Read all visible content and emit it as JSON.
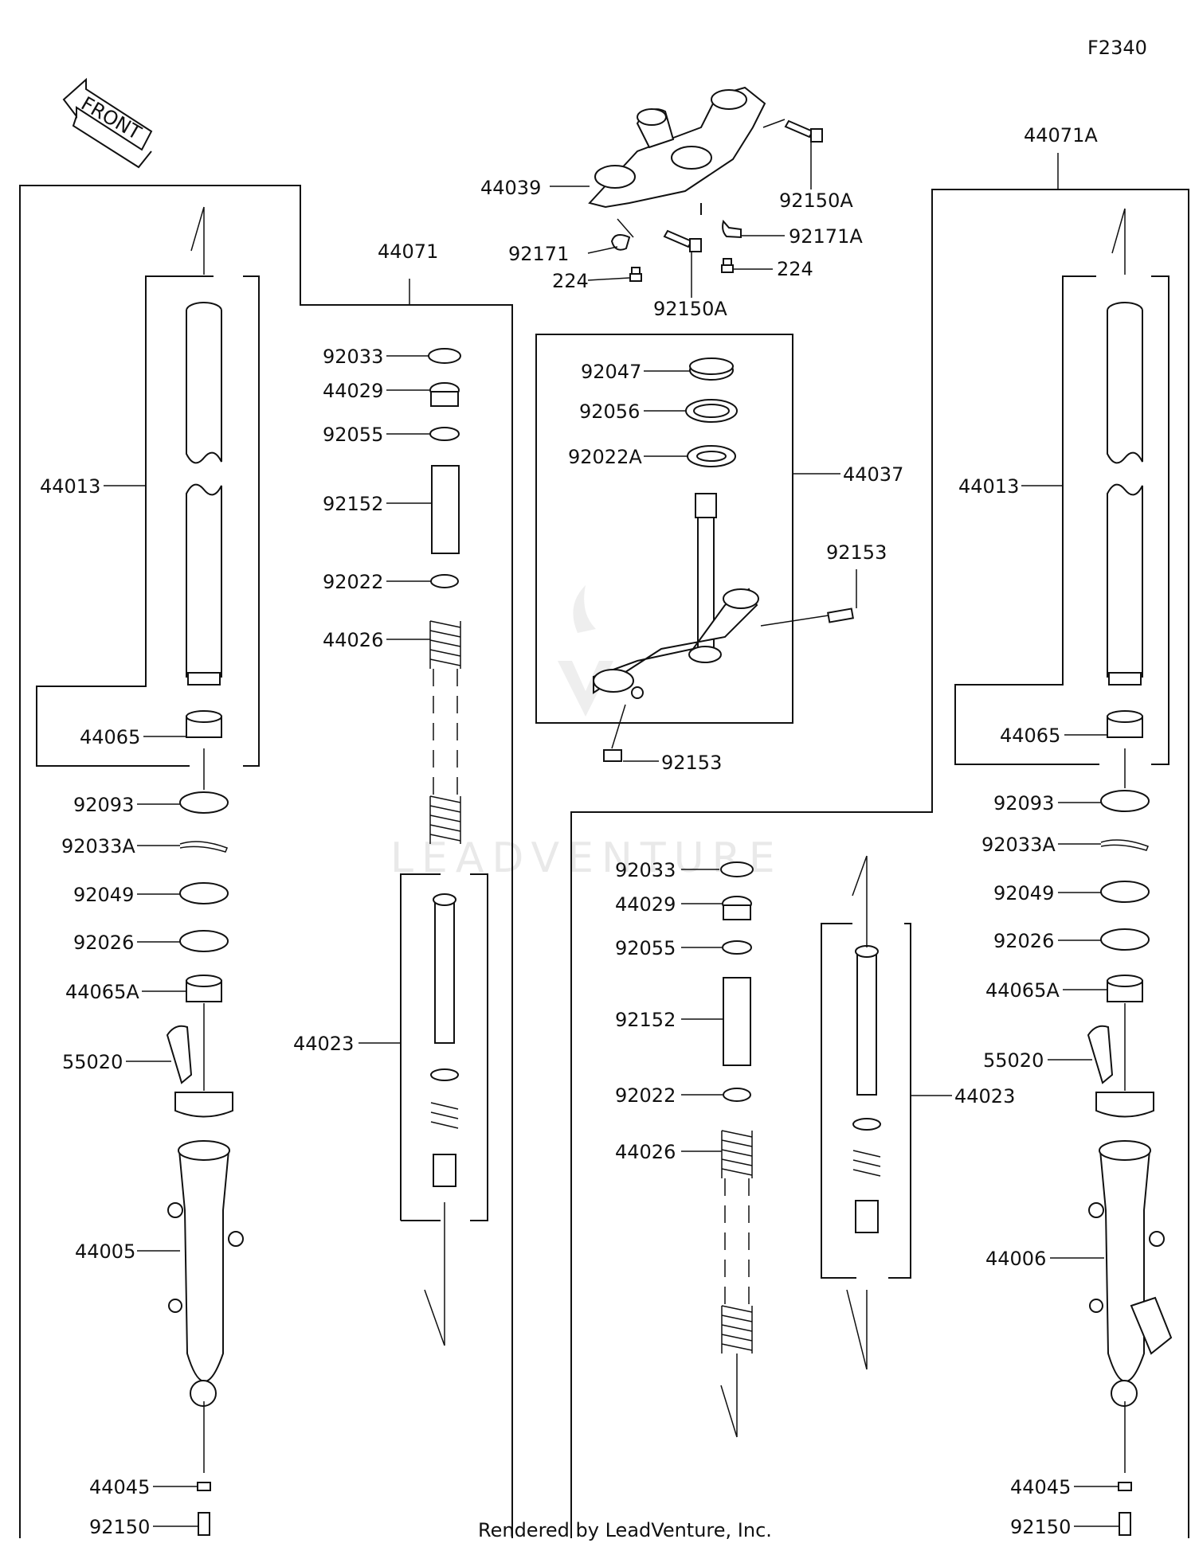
{
  "figure_code": "F2340",
  "front_label": "FRONT",
  "footer": "Rendered by LeadVenture, Inc.",
  "watermark": "LEADVENTURE",
  "labels": {
    "l44071A": "44071A",
    "l44039": "44039",
    "l92150A_top": "92150A",
    "l92171": "92171",
    "l92171A": "92171A",
    "l224_left": "224",
    "l224_right": "224",
    "l92150A_bottom": "92150A",
    "l44071": "44071",
    "l92047": "92047",
    "l92056": "92056",
    "l92022A": "92022A",
    "l44037": "44037",
    "l92153_top": "92153",
    "l92153_bottom": "92153",
    "L": {
      "l44013": "44013",
      "l44065": "44065",
      "l92093": "92093",
      "l92033A": "92033A",
      "l92049": "92049",
      "l92026": "92026",
      "l44065A": "44065A",
      "l55020": "55020",
      "l44005": "44005",
      "l44045": "44045",
      "l92150": "92150"
    },
    "CL": {
      "l92033": "92033",
      "l44029": "44029",
      "l92055": "92055",
      "l92152": "92152",
      "l92022": "92022",
      "l44026": "44026",
      "l44023": "44023"
    },
    "CR": {
      "l92033": "92033",
      "l44029": "44029",
      "l92055": "92055",
      "l92152": "92152",
      "l92022": "92022",
      "l44026": "44026",
      "l44023": "44023"
    },
    "R": {
      "l44013": "44013",
      "l44065": "44065",
      "l92093": "92093",
      "l92033A": "92033A",
      "l92049": "92049",
      "l92026": "92026",
      "l44065A": "44065A",
      "l55020": "55020",
      "l44006": "44006",
      "l44045": "44045",
      "l92150": "92150"
    }
  }
}
